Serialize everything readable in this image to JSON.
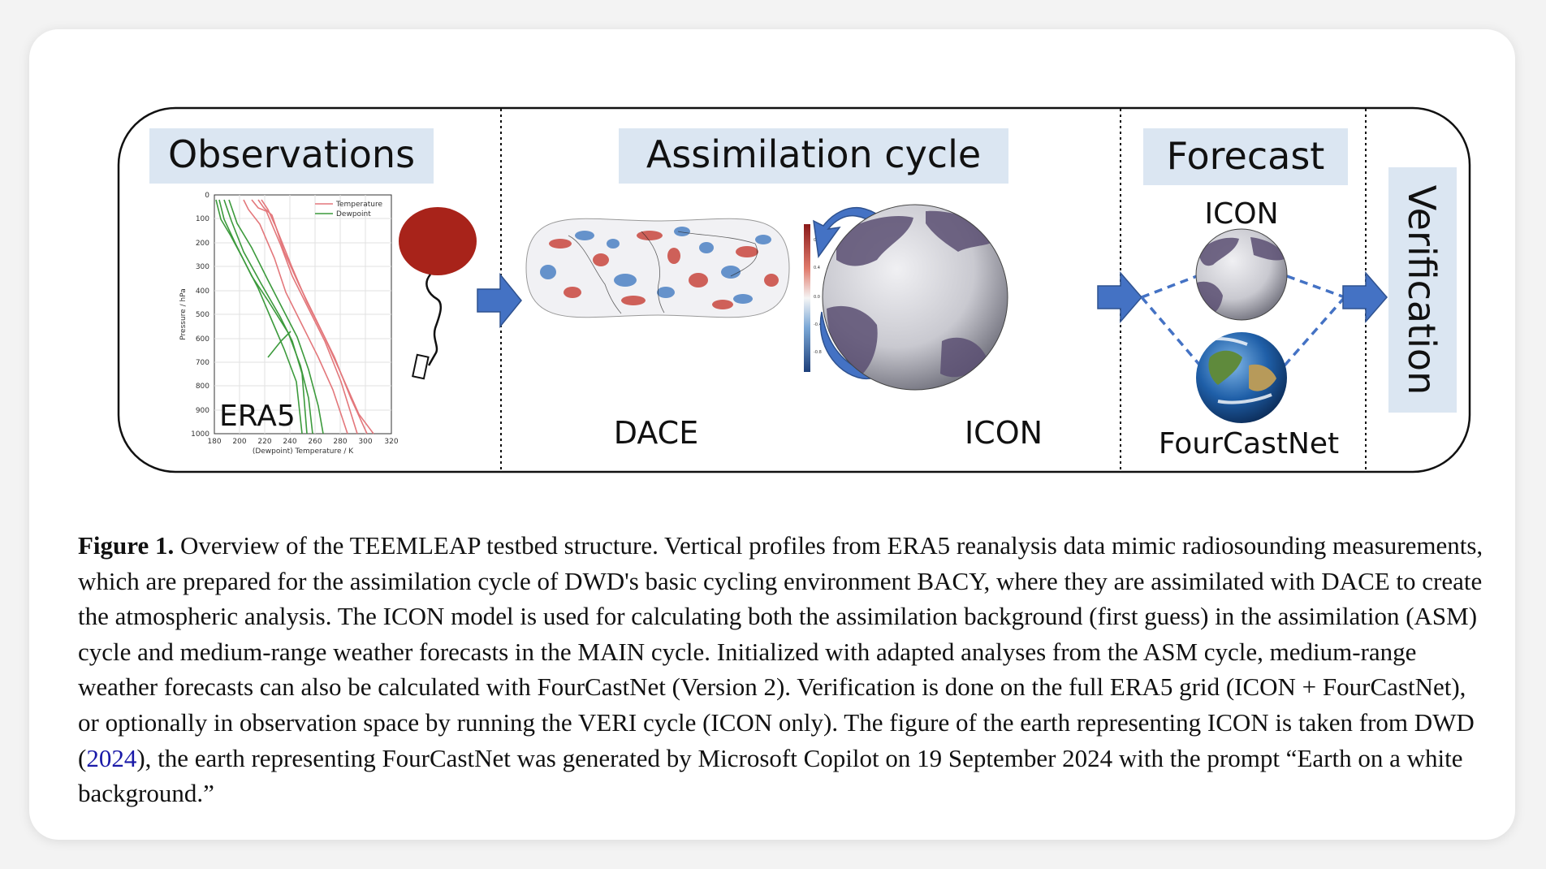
{
  "figure": {
    "section_labels": {
      "observations": "Observations",
      "assimilation": "Assimilation cycle",
      "forecast": "Forecast",
      "verification": "Verification"
    },
    "item_labels": {
      "era5": "ERA5",
      "dace": "DACE",
      "icon_assimilation": "ICON",
      "icon_forecast": "ICON",
      "fourcastnet": "FourCastNet"
    },
    "colors": {
      "label_box": "#dbe6f2",
      "arrow": "#4472c4",
      "dashed_line": "#4472c4",
      "balloon": "#a8231a",
      "temperature_line": "#e3777b",
      "dewpoint_line": "#3c9a3c"
    },
    "sounding_plot": {
      "legend": [
        "Temperature",
        "Dewpoint"
      ],
      "y_ticks": [
        "0",
        "100",
        "200",
        "300",
        "400",
        "500",
        "600",
        "700",
        "800",
        "900",
        "1000"
      ],
      "x_ticks": [
        "180",
        "200",
        "220",
        "240",
        "260",
        "280",
        "300",
        "320"
      ],
      "ylabel": "Pressure / hPa",
      "xlabel": "(Dewpoint) Temperature / K"
    },
    "colorbar_ticks": [
      "0.8",
      "0.4",
      "0.0",
      "-0.4",
      "-0.8"
    ]
  },
  "caption": {
    "label": "Figure 1.",
    "text_before_link": " Overview of the TEEMLEAP testbed structure. Vertical profiles from ERA5 reanalysis data mimic radiosounding measurements, which are prepared for the assimilation cycle of DWD's basic cycling environment BACY, where they are assimilated with DACE to create the atmospheric analysis. The ICON model is used for calculating both the assimilation background (first guess) in the assimilation (ASM) cycle and medium-range weather forecasts in the MAIN cycle. Initialized with adapted analyses from the ASM cycle, medium-range weather forecasts can also be calculated with FourCastNet (Version 2). Verification is done on the full ERA5 grid (ICON + FourCastNet), or optionally in observation space by running the VERI cycle (ICON only). The figure of the earth representing ICON is taken from DWD (",
    "link_text": "2024",
    "text_after_link": "), the earth representing FourCastNet was generated by Microsoft Copilot on 19 September 2024 with the prompt “Earth on a white background.”"
  }
}
